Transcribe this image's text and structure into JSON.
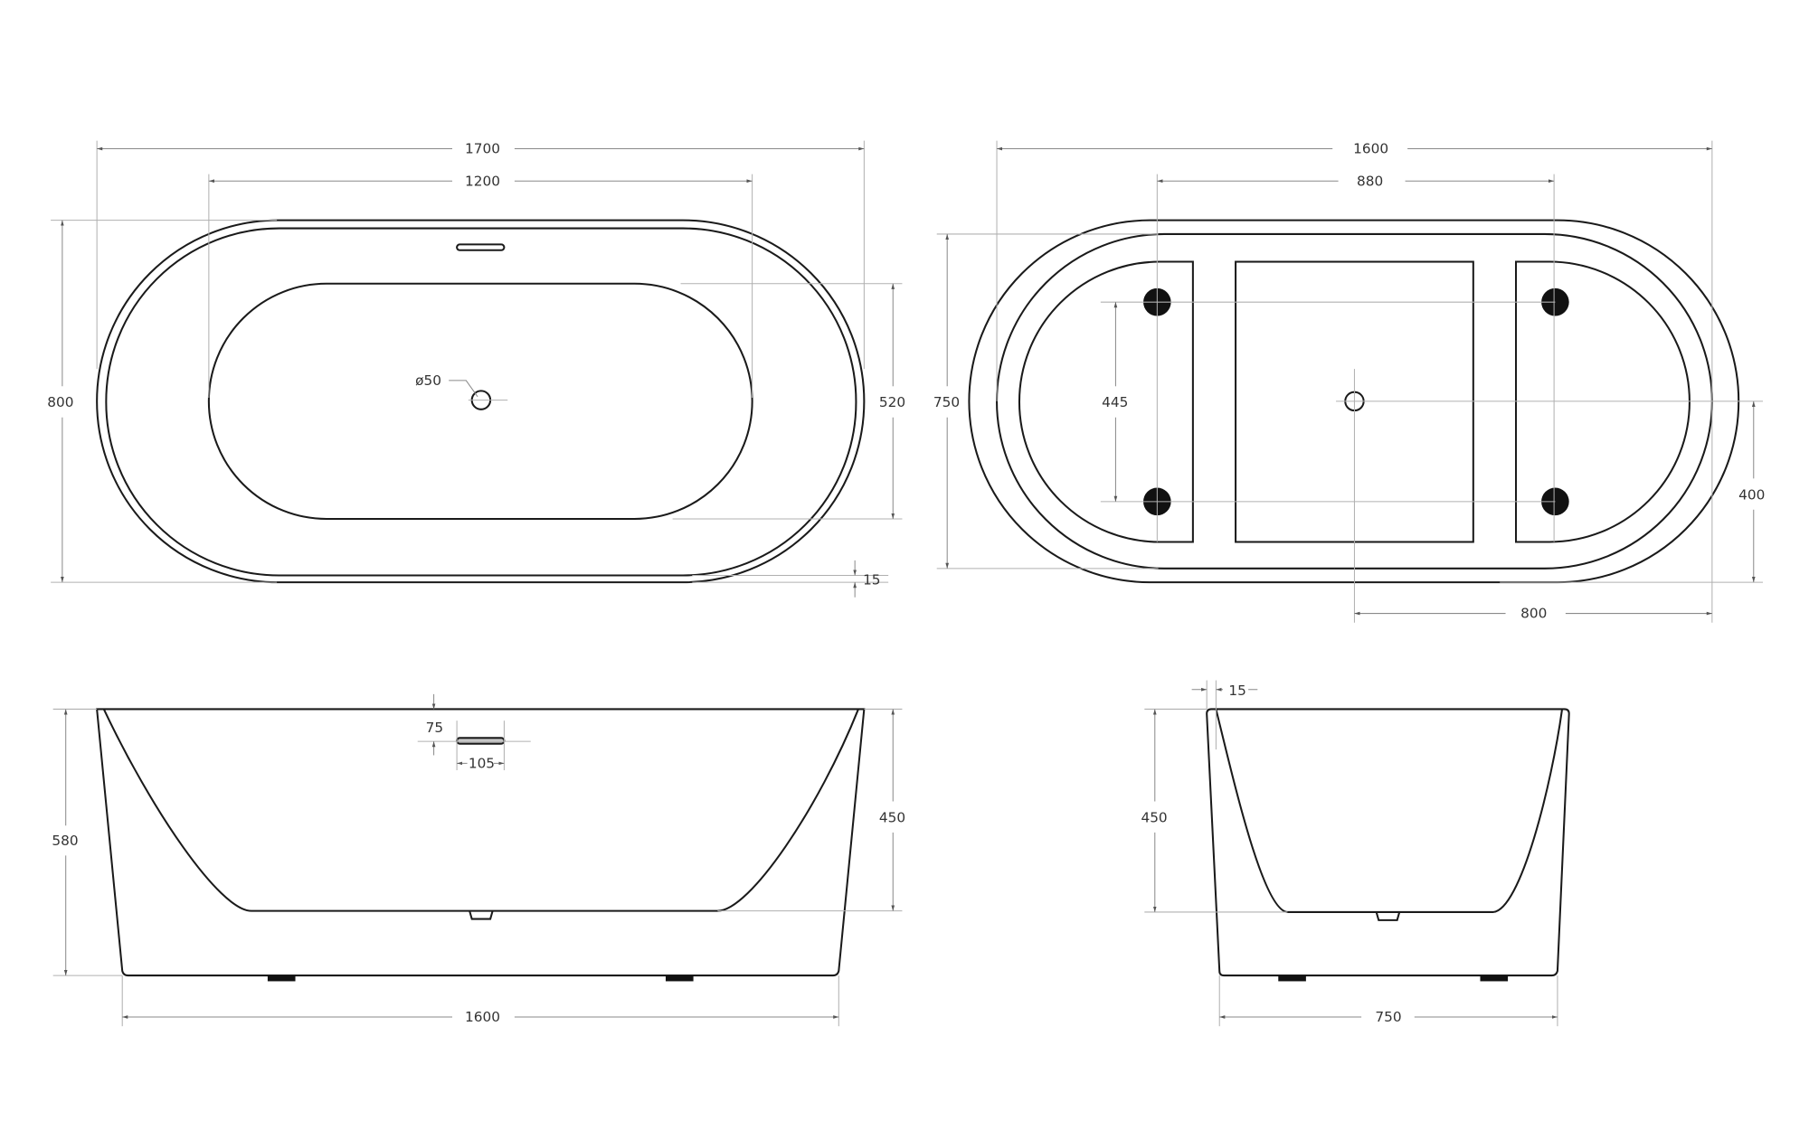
{
  "drawing": {
    "title": "Freestanding bathtub technical dimension drawing",
    "line_color": "#1a1a1a",
    "dimension_color": "#8a8a8a",
    "views": {
      "top_view": {
        "overall_length": "1700",
        "inner_length": "1200",
        "overall_width": "800",
        "inner_width": "520",
        "rim_thickness": "15",
        "drain_diameter": "ø50"
      },
      "bottom_view": {
        "length": "1600",
        "foot_spacing_length": "880",
        "width": "750",
        "foot_spacing_width": "445",
        "drain_to_edge_y": "400",
        "drain_to_edge_x": "800"
      },
      "front_view": {
        "overall_height": "580",
        "inner_depth": "450",
        "overflow_offset": "75",
        "overflow_width": "105",
        "base_length": "1600"
      },
      "side_view": {
        "rim_thickness": "15",
        "inner_depth": "450",
        "base_width": "750"
      }
    }
  }
}
